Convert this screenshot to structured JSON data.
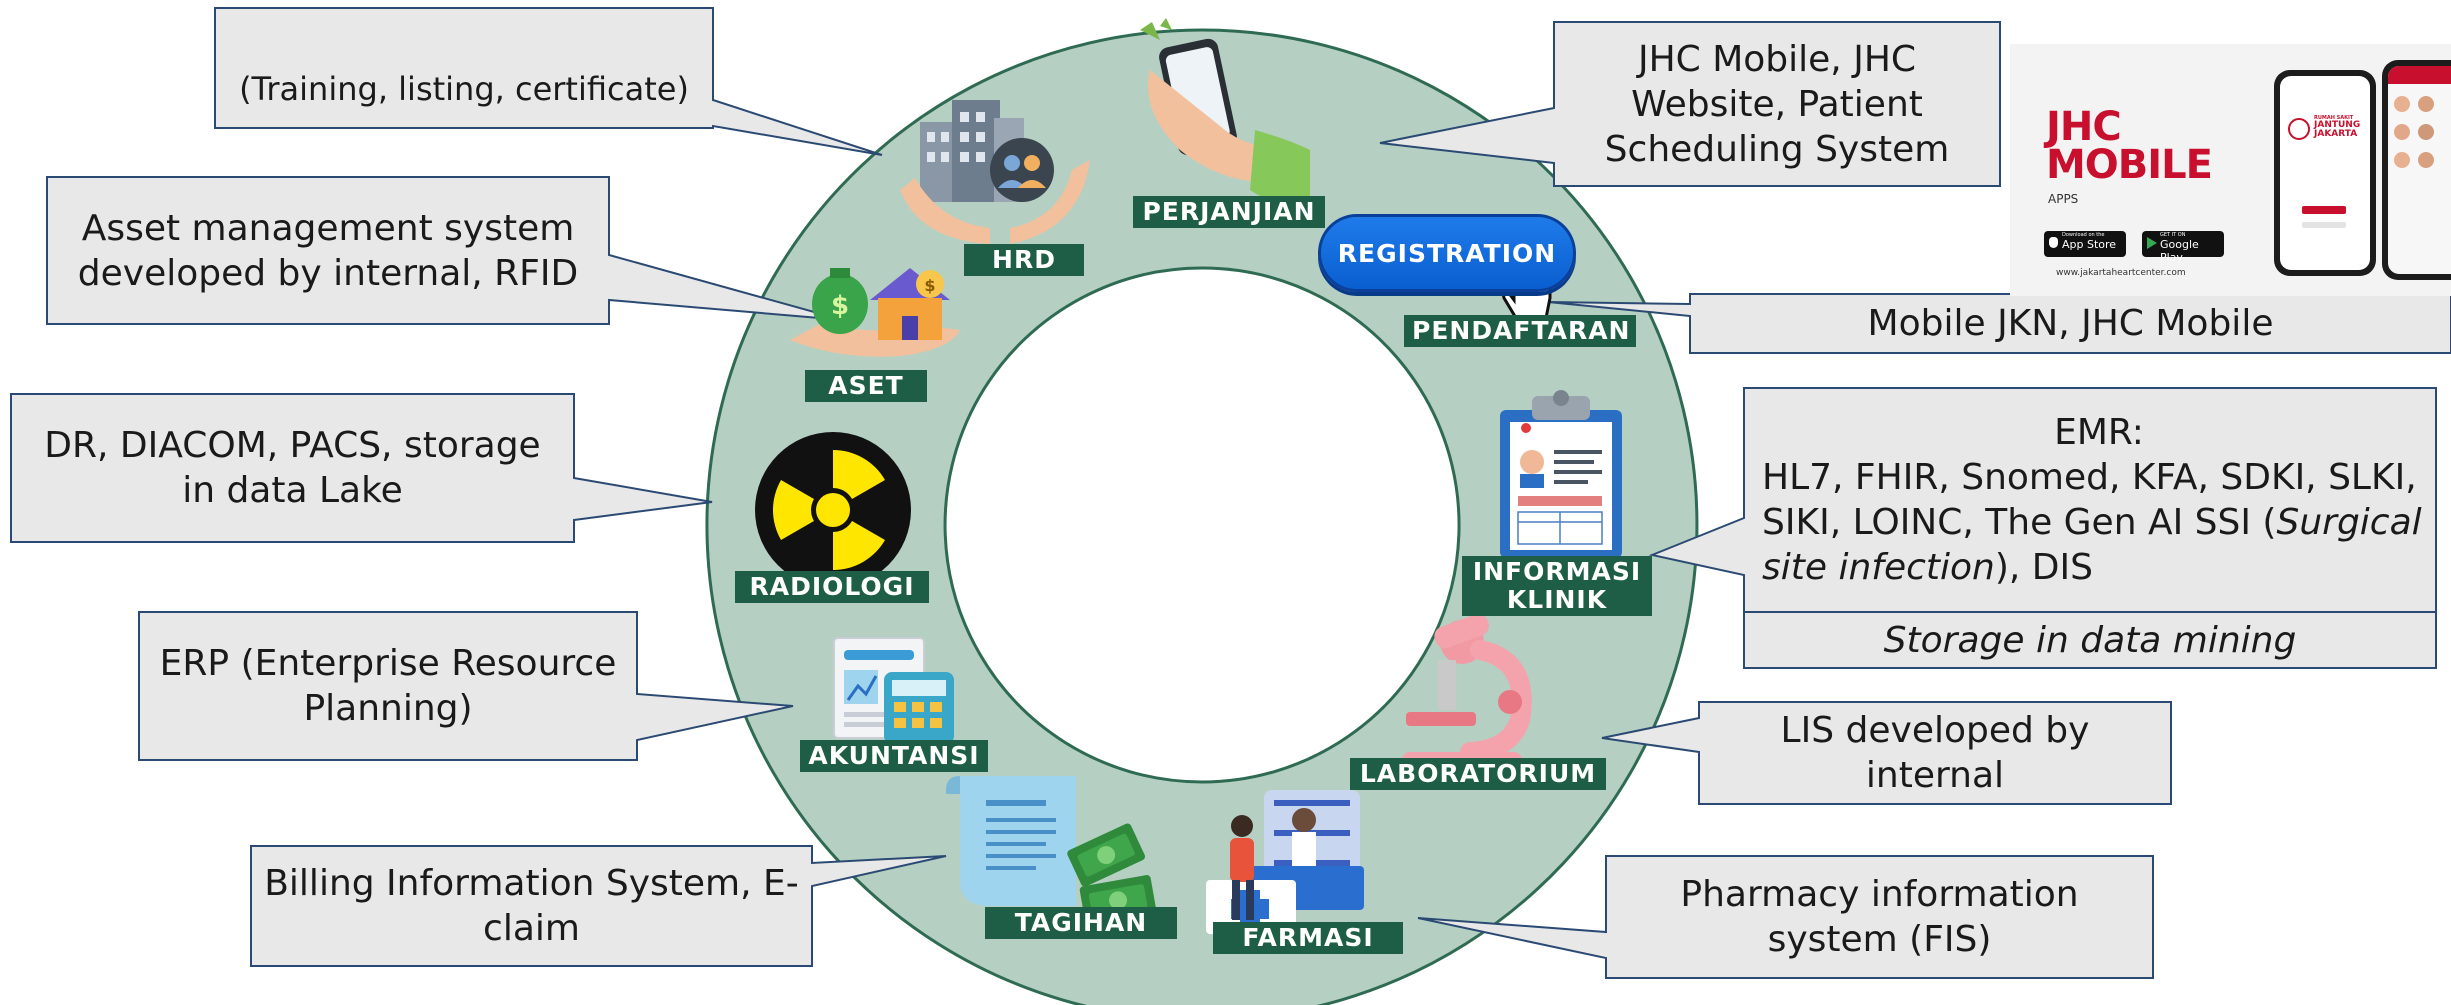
{
  "segments": {
    "hrd": "HRD",
    "perjanjian": "PERJANJIAN",
    "pendaftaran": "PENDAFTARAN",
    "aset": "ASET",
    "radiologi": "RADIOLOGI",
    "informasi_klinik_1": "INFORMASI",
    "informasi_klinik_2": "KLINIK",
    "akuntansi": "AKUNTANSI",
    "laboratorium": "LABORATORIUM",
    "tagihan": "TAGIHAN",
    "farmasi": "FARMASI"
  },
  "registration_button": "REGISTRATION",
  "callouts": {
    "hrd": "(Training, listing, certificate)",
    "aset_1": "Asset management system",
    "aset_2": "developed by internal, RFID",
    "radiologi_1": "DR, DIACOM, PACS, storage",
    "radiologi_2": "in data Lake",
    "akuntansi_1": "ERP (Enterprise Resource",
    "akuntansi_2": "Planning)",
    "tagihan_1": "Billing Information System, E-",
    "tagihan_2": "claim",
    "perjanjian_1": "JHC Mobile, JHC",
    "perjanjian_2": "Website, Patient",
    "perjanjian_3": "Scheduling System",
    "pendaftaran": "Mobile JKN, JHC Mobile",
    "emr_title": "EMR:",
    "emr_line1": "HL7, FHIR, Snomed, KFA, SDKI, SLKI,",
    "emr_line2a": "SIKI, LOINC, The Gen AI SSI (",
    "emr_line2b": "Surgical",
    "emr_line3a": "site infection",
    "emr_line3b": "), DIS",
    "emr_storage": "Storage in data mining",
    "lab_1": "LIS developed by",
    "lab_2": "internal",
    "farmasi_1": "Pharmacy information",
    "farmasi_2": "system (FIS)"
  },
  "jhc_ad": {
    "logo_line1": "JHC",
    "logo_line2": "MOBILE",
    "apps": "APPS",
    "app_store_small": "Download on the",
    "app_store": "App Store",
    "google_play_small": "GET IT ON",
    "google_play": "Google Play",
    "website": "www.jakartaheartcenter.com",
    "phone_brand_1": "RUMAH SAKIT",
    "phone_brand_2": "JANTUNG",
    "phone_brand_3": "JAKARTA"
  },
  "colors": {
    "ring": "#b5d0c2",
    "ring_border": "#2e6b52",
    "label_bg": "#1e5e46",
    "callout_bg": "#e8e8e8",
    "callout_border": "#2b4a73",
    "jhc_red": "#c8102e"
  },
  "icons": [
    "office-hands-icon",
    "phone-hand-icon",
    "money-house-hand-icon",
    "radiation-icon",
    "clipboard-icon",
    "calculator-report-icon",
    "microscope-icon",
    "invoice-money-icon",
    "pharmacy-counter-icon",
    "cursor-hand-icon"
  ]
}
